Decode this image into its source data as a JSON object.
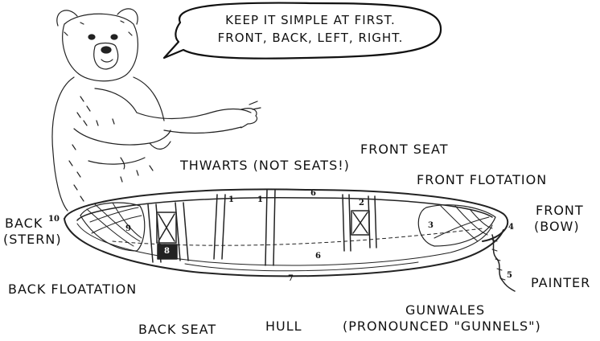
{
  "speech_bubble": {
    "line1": "KEEP IT SIMPLE AT FIRST.",
    "line2": "FRONT, BACK, LEFT, RIGHT."
  },
  "labels": {
    "front_seat": "FRONT SEAT",
    "thwarts": "THWARTS (NOT SEATS!)",
    "front_flotation": "FRONT FLOTATION",
    "front_line1": "FRONT",
    "front_line2": "(BOW)",
    "back_line1": "BACK",
    "back_line2": "(STERN)",
    "back_floatation": "BACK FLOATATION",
    "painter": "PAINTER",
    "gunwales_line1": "GUNWALES",
    "gunwales_line2": "(PRONOUNCED \"GUNNELS\")",
    "back_seat": "BACK SEAT",
    "hull": "HULL"
  },
  "numbers": {
    "n1a": "1",
    "n1b": "1",
    "n2": "2",
    "n3": "3",
    "n4": "4",
    "n5": "5",
    "n6a": "6",
    "n6b": "6",
    "n7": "7",
    "n8": "8",
    "n9": "9",
    "n10": "10"
  }
}
